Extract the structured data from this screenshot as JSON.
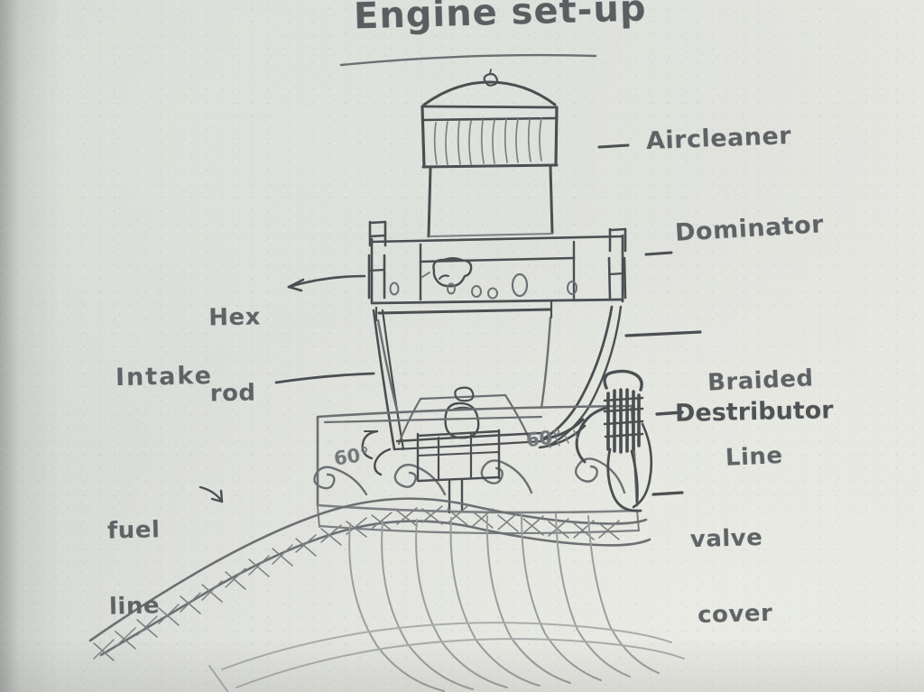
{
  "document": {
    "kind": "hand-drawn pencil sketch on paper",
    "title": "Engine set-up",
    "title_underlined": true
  },
  "labels": {
    "aircleaner": "Aircleaner",
    "dominator": "Dominator",
    "braided_line_1": "Braided",
    "braided_line_2": "Line",
    "destributor": "Destributor",
    "valve_cover_1": "valve",
    "valve_cover_2": "cover",
    "hex_rod_1": "Hex",
    "hex_rod_2": "rod",
    "intake": "Intake",
    "fuel_line_1": "fuel",
    "fuel_line_2": "line"
  },
  "annotations": {
    "angle_left": "60°",
    "angle_right": "60°"
  },
  "colors": {
    "paper": "#dfe1dc",
    "pencil": "#6d7073",
    "pencil_dark": "#4c4f52",
    "pencil_faint": "#9a9d9c",
    "paper_edge_shadow": "#c9ccc8"
  },
  "parts": [
    {
      "name": "Aircleaner",
      "side": "right",
      "description": "domed lid with wing nut, pleated filter element, cylindrical base"
    },
    {
      "name": "Dominator",
      "side": "right",
      "description": "four-barrel carburetor body with float bowls and vertical hex rods"
    },
    {
      "name": "Braided Line",
      "side": "right",
      "description": "cross-hatched braided hose running from carb to fuel rail"
    },
    {
      "name": "Destributor",
      "side": "right",
      "description": "heavily shaded upright distributor at rear of block"
    },
    {
      "name": "valve cover",
      "side": "right",
      "description": "engine valve cover along the cylinder head"
    },
    {
      "name": "Hex rod",
      "side": "left",
      "description": "thin vertical linkage rod with arrow leader"
    },
    {
      "name": "Intake",
      "side": "left",
      "description": "trapezoidal intake manifold under the carburetor"
    },
    {
      "name": "fuel line",
      "side": "left",
      "description": "S-curved braided fuel line sweeping to lower left"
    }
  ]
}
